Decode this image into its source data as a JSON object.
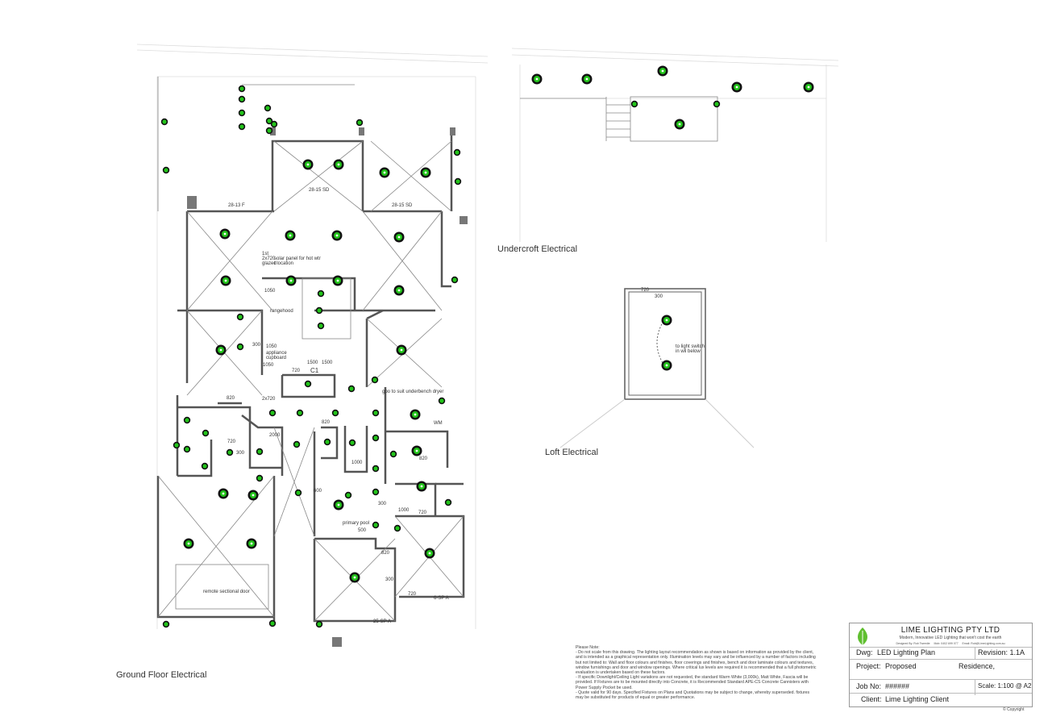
{
  "sections": {
    "ground_floor": "Ground Floor Electrical",
    "undercroft": "Undercroft Electrical",
    "loft": "Loft Electrical"
  },
  "loft_note": "to light switch in wil below",
  "room_notes": {
    "rangehood": "rangehood",
    "solar": "solar panel for hot wtr t location",
    "underbench": "gpo to suit underbench dryer",
    "primary_pool": "primary pool",
    "remote_door": "remote sectional door",
    "appliance_cupboard": "appliance cupboard",
    "glazed": "1st 2x720 glazed"
  },
  "dims": [
    "2000",
    "1050",
    "1050",
    "1050",
    "300",
    "300",
    "300",
    "300",
    "1500",
    "1500",
    "1000",
    "1000",
    "720",
    "720",
    "720",
    "720",
    "820",
    "820",
    "820",
    "820",
    "600",
    "500",
    "2x720",
    "28-13 F",
    "28-15 SD",
    "28-15 SD",
    "25-SP A",
    "6-SP A",
    "C1",
    "WM",
    "720",
    "300"
  ],
  "notes": {
    "heading": "Please Note:",
    "lines": [
      "- Do not scale from this drawing. The lighting layout recommendation as shown is based on information as provided by the client,",
      "and is intended as a graphical representation only. Illumination levels may vary and be influenced by a number of factors including",
      "but not limited to: Wall and floor colours and finishes, floor coverings and finishes, bench and door laminate colours and textures,",
      "window furnishings and door and window openings. Where critical lux levels are required it is recommended that a full photometric",
      "evaluation is undertaken based on these factors.",
      "- If specific Downlight/Ceiling Light variations are not requested, the standard Warm White (3,000k), Matt White, Fascia will be",
      "provided. If Fixtures are to be mounted directly into Concrete, it is Recommended Standard APE-CS Concrete Cannisters with",
      "Power Supply Pocket be used.",
      "- Quote valid for 90 days. Specified Fixtures on Plans and Quotations may be subject to change, whereby superseded. fixtures",
      "may be substituted for products of equal or greater performance."
    ]
  },
  "title_block": {
    "company": "LIME LIGHTING PTY LTD",
    "tagline": "Modern, Innovative LED Lighting that won't cost the earth",
    "designer": "Designed By: Rob Tweedie",
    "mobile": "Mob: 0402 699 077",
    "email": "Email: Rob@LimeLighting.com.au",
    "dwg_label": "Dwg:",
    "dwg_value": "LED Lighting Plan",
    "revision": "Revision: 1.1A",
    "project_label": "Project:",
    "project_value": "Proposed",
    "project_value2": "Residence,",
    "job_label": "Job No:",
    "job_value": "######",
    "scale": "Scale: 1:100 @ A2",
    "client_label": "Client:",
    "client_value": "Lime Lighting Client",
    "copyright": "© Copyright"
  },
  "colors": {
    "accent": "#22c41a",
    "fixture_ring": "#111111",
    "wall": "#555555"
  }
}
